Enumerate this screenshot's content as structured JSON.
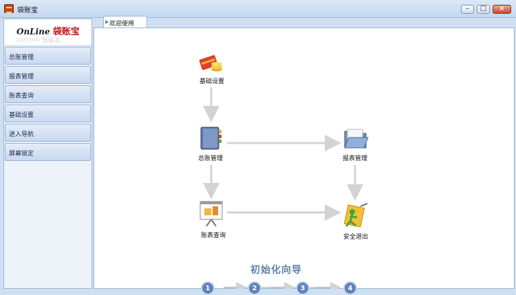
{
  "window": {
    "title": "袋账宝",
    "controls": {
      "minimize_icon": "minimize-icon",
      "maximize_icon": "maximize-icon",
      "close_icon": "close-icon"
    }
  },
  "brand": {
    "logo_text": "OnLine",
    "logo_cn": "袋账宝",
    "reflection": "OnLine 袋账宝"
  },
  "sidebar": {
    "items": [
      {
        "label": "总账管理"
      },
      {
        "label": "报表管理"
      },
      {
        "label": "账表查询"
      },
      {
        "label": "基础设置"
      },
      {
        "label": "进入导航"
      },
      {
        "label": "屏幕锁定"
      }
    ]
  },
  "tabs": [
    {
      "label": "欢迎使用",
      "active": true
    }
  ],
  "flow": {
    "basic_settings": {
      "label": "基础设置",
      "icon": "coins-card-icon"
    },
    "ledger": {
      "label": "总账管理",
      "icon": "ledger-book-icon"
    },
    "reports": {
      "label": "报表管理",
      "icon": "folder-icon"
    },
    "query": {
      "label": "账表查询",
      "icon": "presentation-board-icon"
    },
    "exit": {
      "label": "安全退出",
      "icon": "exit-person-icon"
    }
  },
  "wizard": {
    "title": "初始化向导",
    "steps": [
      "1",
      "2",
      "3",
      "4"
    ]
  },
  "colors": {
    "accent": "#5f83b8",
    "arrow": "#d3d3d3",
    "close_button": "#c64b33"
  }
}
